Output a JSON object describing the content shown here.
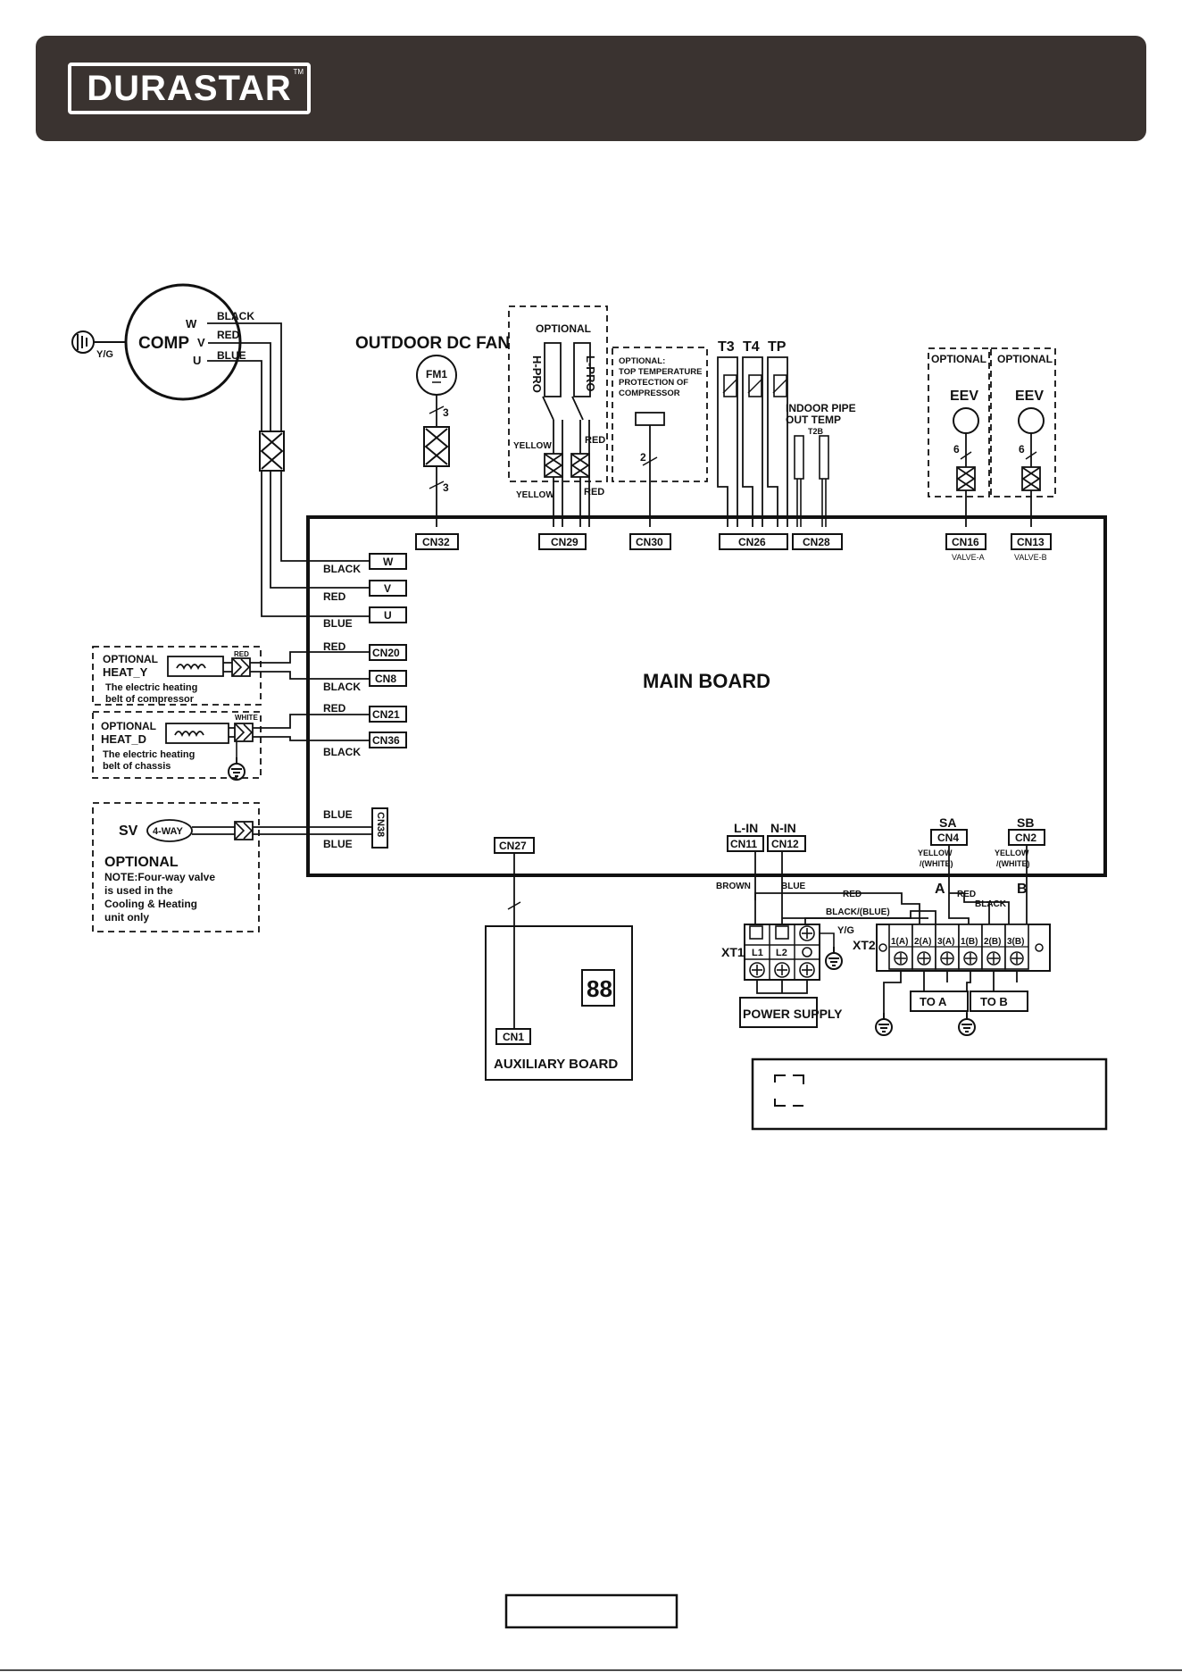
{
  "brand": {
    "logo": "DURASTAR",
    "tm": "TM"
  },
  "comp": {
    "label": "COMP",
    "w": "W",
    "v": "V",
    "u": "U",
    "yg": "Y/G",
    "w_wire": "BLACK",
    "v_wire": "RED",
    "u_wire": "BLUE"
  },
  "fan": {
    "title": "OUTDOOR DC FAN",
    "motor": "FM1",
    "wires_top": "3",
    "wires_bottom": "3"
  },
  "pro": {
    "optional": "OPTIONAL",
    "h": "H-PRO",
    "l": "L-PRO",
    "yellow1": "YELLOW",
    "red1": "RED",
    "yellow2": "YELLOW",
    "red2": "RED"
  },
  "toptemp": {
    "line1": "OPTIONAL:",
    "line2": "TOP TEMPERATURE",
    "line3": "PROTECTION OF",
    "line4": "COMPRESSOR",
    "wires": "2"
  },
  "sensors": {
    "t3": "T3",
    "t4": "T4",
    "tp": "TP",
    "indoor1": "INDOOR PIPE",
    "indoor2": "OUT TEMP",
    "t2b": "T2B"
  },
  "eev": {
    "optional_a": "OPTIONAL",
    "optional_b": "OPTIONAL",
    "eev_a": "EEV",
    "eev_b": "EEV",
    "wires_a": "6",
    "wires_b": "6",
    "valve_a": "VALVE-A",
    "valve_b": "VALVE-B"
  },
  "connectors": {
    "cn32": "CN32",
    "cn29": "CN29",
    "cn30": "CN30",
    "cn26": "CN26",
    "cn28": "CN28",
    "cn16": "CN16",
    "cn13": "CN13",
    "cn20": "CN20",
    "cn8": "CN8",
    "cn21": "CN21",
    "cn36": "CN36",
    "cn38": "CN38",
    "cn27": "CN27",
    "cn11": "CN11",
    "cn12": "CN12",
    "cn4": "CN4",
    "cn2": "CN2",
    "cn1": "CN1",
    "w": "W",
    "v": "V",
    "u": "U"
  },
  "board": {
    "title": "MAIN  BOARD",
    "w_wire": "BLACK",
    "v_wire": "RED",
    "u_wire": "BLUE",
    "cn20_wire": "RED",
    "cn8_wire": "BLACK",
    "cn21_wire": "RED",
    "cn36_wire": "BLACK",
    "cn38_top": "BLUE",
    "cn38_bottom": "BLUE"
  },
  "heat_y": {
    "optional": "OPTIONAL",
    "name": "HEAT_Y",
    "desc1": "The electric heating",
    "desc2": "belt of compressor",
    "wire": "RED"
  },
  "heat_d": {
    "optional": "OPTIONAL",
    "name": "HEAT_D",
    "desc1": "The electric heating",
    "desc2": "belt of chassis",
    "wire": "WHITE"
  },
  "sv": {
    "label": "SV",
    "valve": "4-WAY",
    "optional": "OPTIONAL",
    "note1": "NOTE:Four-way valve",
    "note2": " is used in the",
    "note3": "Cooling  & Heating",
    "note4": "unit only"
  },
  "power": {
    "lin": "L-IN",
    "nin": "N-IN",
    "brown": "BROWN",
    "blue": "BLUE",
    "red": "RED",
    "black_blue": "BLACK/(BLUE)",
    "yg": "Y/G",
    "xt1": "XT1",
    "l1": "L1",
    "l2": "L2",
    "supply": "POWER SUPPLY"
  },
  "sa_sb": {
    "sa": "SA",
    "sb": "SB",
    "sa_wire1": "YELLOW",
    "sa_wire2": "/(WHITE)",
    "sb_wire1": "YELLOW",
    "sb_wire2": "/(WHITE)",
    "a": "A",
    "b": "B",
    "red": "RED",
    "black": "BLACK"
  },
  "xt2": {
    "label": "XT2",
    "t1": "1(A)",
    "t2": "2(A)",
    "t3": "3(A)",
    "t4": "1(B)",
    "t5": "2(B)",
    "t6": "3(B)",
    "to_a": "TO  A",
    "to_b": "TO  B"
  },
  "aux": {
    "title": "AUXILIARY  BOARD",
    "display": "88"
  }
}
